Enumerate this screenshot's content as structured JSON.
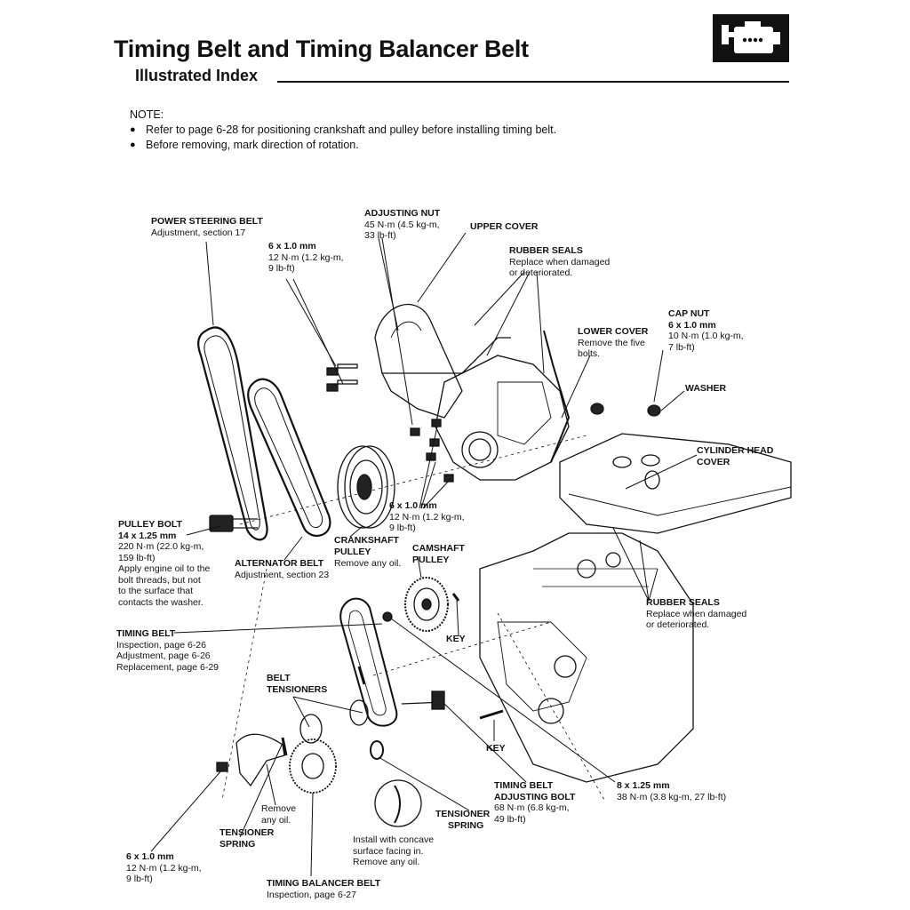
{
  "header": {
    "title": "Timing Belt and Timing Balancer Belt",
    "subtitle": "Illustrated Index",
    "icon": "engine-icon"
  },
  "note": {
    "heading": "NOTE:",
    "items": [
      "Refer to page 6-28 for positioning crankshaft and pulley before installing timing belt.",
      "Before removing, mark direction of rotation."
    ]
  },
  "labels": {
    "power_steering_belt": {
      "name": "POWER STEERING BELT",
      "l1": "Adjustment, section 17"
    },
    "bolt_6x1_top": {
      "name": "6 x 1.0 mm",
      "l1": "12 N·m (1.2 kg-m,",
      "l2": "9 lb-ft)"
    },
    "adjusting_nut": {
      "name": "ADJUSTING NUT",
      "l1": "45 N·m (4.5 kg-m,",
      "l2": "33 lb-ft)"
    },
    "upper_cover": {
      "name": "UPPER COVER"
    },
    "rubber_seals_top": {
      "name": "RUBBER SEALS",
      "l1": "Replace when damaged",
      "l2": "or deteriorated."
    },
    "lower_cover": {
      "name": "LOWER COVER",
      "l1": "Remove the five",
      "l2": "bolts."
    },
    "cap_nut": {
      "name": "CAP NUT",
      "l1": "6 x 1.0 mm",
      "l2": "10 N·m (1.0 kg-m,",
      "l3": "7 lb-ft)"
    },
    "washer": {
      "name": "WASHER"
    },
    "cylinder_head_cover": {
      "name": "CYLINDER HEAD",
      "l1": "COVER"
    },
    "bolt_6x1_mid": {
      "name": "6 x 1.0 mm",
      "l1": "12 N·m (1.2 kg-m,",
      "l2": "9 lb-ft)"
    },
    "pulley_bolt": {
      "name": "PULLEY BOLT",
      "l1": "14 x 1.25 mm",
      "l2": "220 N·m (22.0 kg-m,",
      "l3": "159 lb-ft)",
      "l4": "Apply engine oil to the",
      "l5": "bolt threads, but not",
      "l6": "to the surface that",
      "l7": "contacts the washer."
    },
    "crankshaft_pulley": {
      "name": "CRANKSHAFT",
      "l1": "PULLEY",
      "l2": "Remove any oil."
    },
    "alternator_belt": {
      "name": "ALTERNATOR BELT",
      "l1": "Adjustment, section 23"
    },
    "camshaft_pulley": {
      "name": "CAMSHAFT",
      "l1": "PULLEY"
    },
    "rubber_seals_bottom": {
      "name": "RUBBER SEALS",
      "l1": "Replace when damaged",
      "l2": "or deteriorated."
    },
    "timing_belt": {
      "name": "TIMING BELT",
      "l1": "Inspection, page 6-26",
      "l2": "Adjustment, page 6-26",
      "l3": "Replacement, page 6-29"
    },
    "key_top": {
      "name": "KEY"
    },
    "belt_tensioners": {
      "name": "BELT",
      "l1": "TENSIONERS"
    },
    "key_bottom": {
      "name": "KEY"
    },
    "adjusting_bolt": {
      "name": "TIMING BELT",
      "l1": "ADJUSTING BOLT",
      "l2": "68 N·m (6.8 kg-m,",
      "l3": "49 lb-ft)"
    },
    "bolt_8x125": {
      "name": "8 x 1.25 mm",
      "l1": "38 N·m (3.8 kg-m, 27 lb-ft)"
    },
    "tensioner_spring_right": {
      "name": "TENSIONER",
      "l1": "SPRING"
    },
    "remove_oil_small": {
      "l1": "Remove",
      "l2": "any oil."
    },
    "tensioner_spring_left": {
      "name": "TENSIONER",
      "l1": "SPRING"
    },
    "install_concave": {
      "l1": "Install with concave",
      "l2": "surface facing in.",
      "l3": "Remove any oil."
    },
    "bolt_6x1_bottom": {
      "name": "6 x 1.0 mm",
      "l1": "12 N·m (1.2 kg-m,",
      "l2": "9 lb-ft)"
    },
    "timing_balancer_belt": {
      "name": "TIMING BALANCER BELT",
      "l1": "Inspection, page 6-27"
    }
  }
}
